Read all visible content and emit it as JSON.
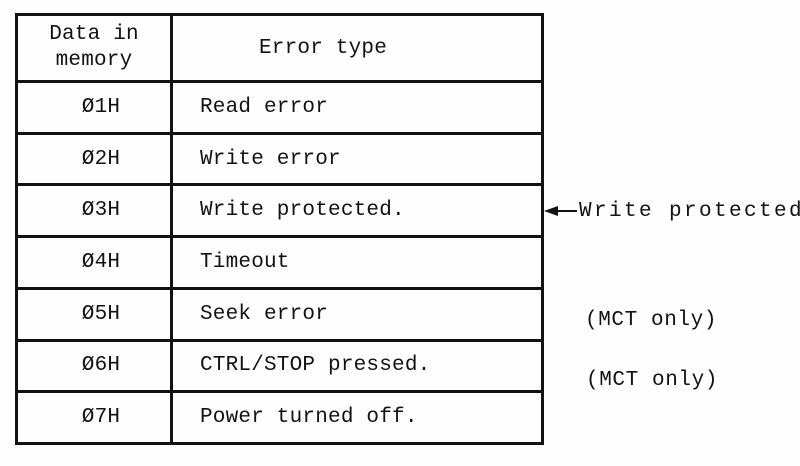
{
  "document": {
    "kind": "scanned-manual-table",
    "colors": {
      "ink": "#121212",
      "paper": "#fefefe"
    }
  },
  "table": {
    "headers": [
      "Data in\nmemory",
      "Error type"
    ],
    "rows": [
      {
        "code": "Ø1H",
        "error": "Read error"
      },
      {
        "code": "Ø2H",
        "error": "Write error"
      },
      {
        "code": "Ø3H",
        "error": "Write protected."
      },
      {
        "code": "Ø4H",
        "error": "Timeout"
      },
      {
        "code": "Ø5H",
        "error": "Seek error"
      },
      {
        "code": "Ø6H",
        "error": "CTRL/STOP pressed."
      },
      {
        "code": "Ø7H",
        "error": "Power turned off."
      }
    ]
  },
  "annotations": {
    "write_protected": {
      "icon": "left-arrow-icon",
      "label": "Write protected"
    },
    "mct_seek": "(MCT only)",
    "mct_ctrl_stop": "(MCT only)"
  }
}
